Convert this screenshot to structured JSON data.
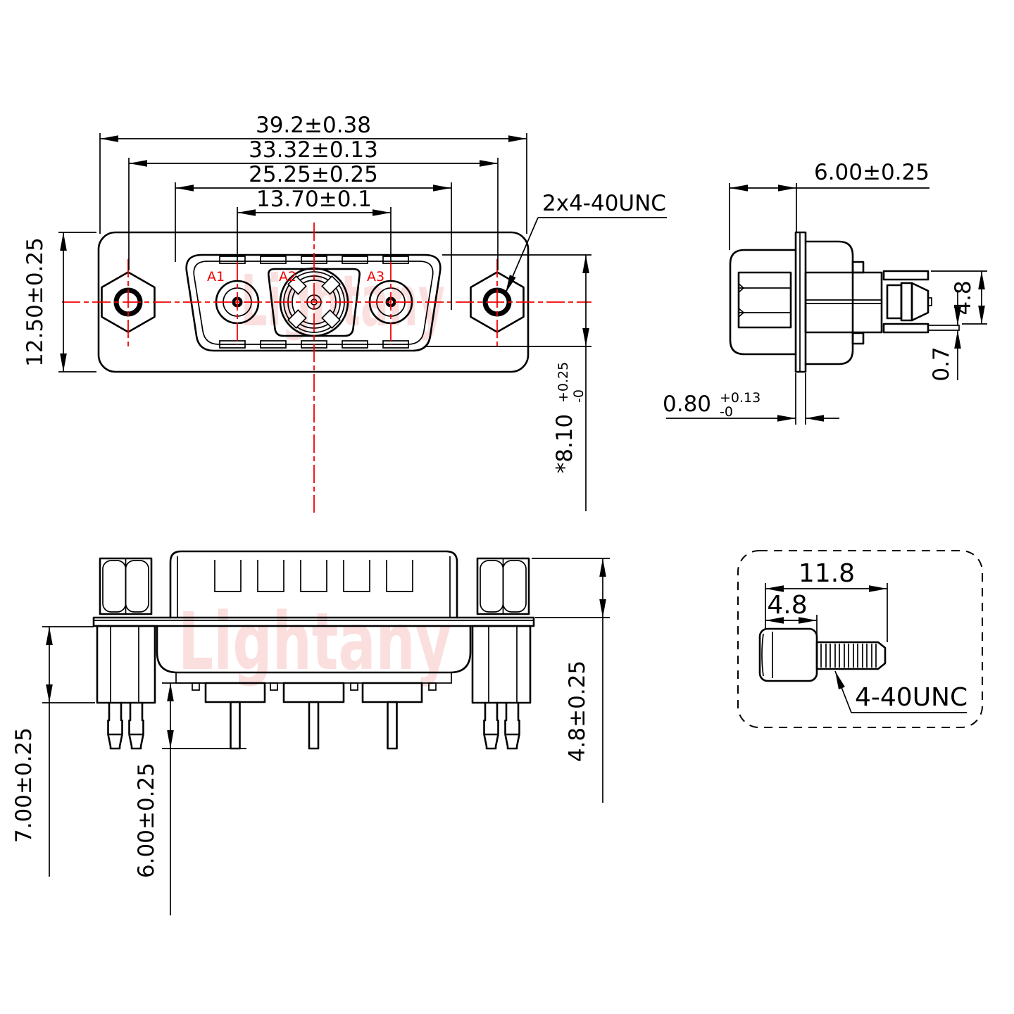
{
  "colors": {
    "ink": "#000000",
    "centerline_red": "#f20000",
    "watermark_pink": "#f7cbc9"
  },
  "watermark": {
    "text": "Lightany"
  },
  "front_view": {
    "dim_total_width": "39.2±0.38",
    "dim_mount_hole_spacing": "33.32±0.13",
    "dim_shell_width": "25.25±0.25",
    "dim_contact_spacing": "13.70±0.1",
    "dim_flange_height": "12.50±0.25",
    "dim_shell_opening_value": "*8.10",
    "dim_shell_opening_tol_plus": "+0.25",
    "dim_shell_opening_tol_minus": "-0",
    "callout_mount_thread": "2x4-40UNC",
    "contacts": {
      "a1": "A1",
      "a2": "A2",
      "a3": "A3"
    }
  },
  "side_view": {
    "dim_front_depth": "6.00±0.25",
    "dim_contact_height": "4.8",
    "dim_pin_thickness": "0.7",
    "dim_flange_thickness_value": "0.80",
    "dim_flange_thickness_tol_plus": "+0.13",
    "dim_flange_thickness_tol_minus": "-0"
  },
  "bottom_view": {
    "dim_post_length": "7.00±0.25",
    "dim_pin_length": "6.00±0.25",
    "dim_nut_height": "4.8±0.25"
  },
  "screw_detail": {
    "dim_total_length": "11.8",
    "dim_head_length": "4.8",
    "thread_label": "4-40UNC"
  }
}
